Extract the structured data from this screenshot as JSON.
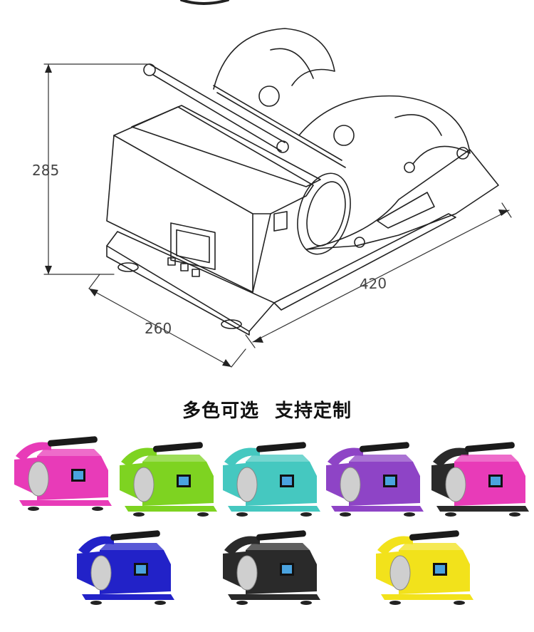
{
  "dimensions": {
    "height": "285",
    "width": "420",
    "depth": "260"
  },
  "headline": {
    "part1": "多色可选",
    "part2": "支持定制"
  },
  "variants": [
    {
      "color": "#e83bb8",
      "frame": "#e83bb8"
    },
    {
      "color": "#7ed321",
      "frame": "#7ed321"
    },
    {
      "color": "#45c8c0",
      "frame": "#45c8c0"
    },
    {
      "color": "#8e44c6",
      "frame": "#8e44c6"
    },
    {
      "color": "#e83bb8",
      "frame": "#2a2a2a"
    },
    {
      "color": "#2222c8",
      "frame": "#2222c8"
    },
    {
      "color": "#2a2a2a",
      "frame": "#2a2a2a"
    },
    {
      "color": "#f2e21b",
      "frame": "#f2e21b"
    }
  ],
  "colors": {
    "line": "#222222",
    "dim_line": "#333333"
  }
}
